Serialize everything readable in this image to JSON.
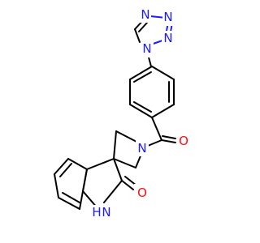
{
  "molecule": {
    "atoms": {
      "tetrazole_n1": "N",
      "tetrazole_n2": "N",
      "tetrazole_n3": "N",
      "tetrazole_n4": "N",
      "pyrrolidine_n": "N",
      "carbonyl_o": "O",
      "lactam_o": "O",
      "indole_nh": "H"
    },
    "colors": {
      "carbon_bond": "#000000",
      "nitrogen": "#1c1cff",
      "oxygen": "#ff0d0d"
    }
  }
}
